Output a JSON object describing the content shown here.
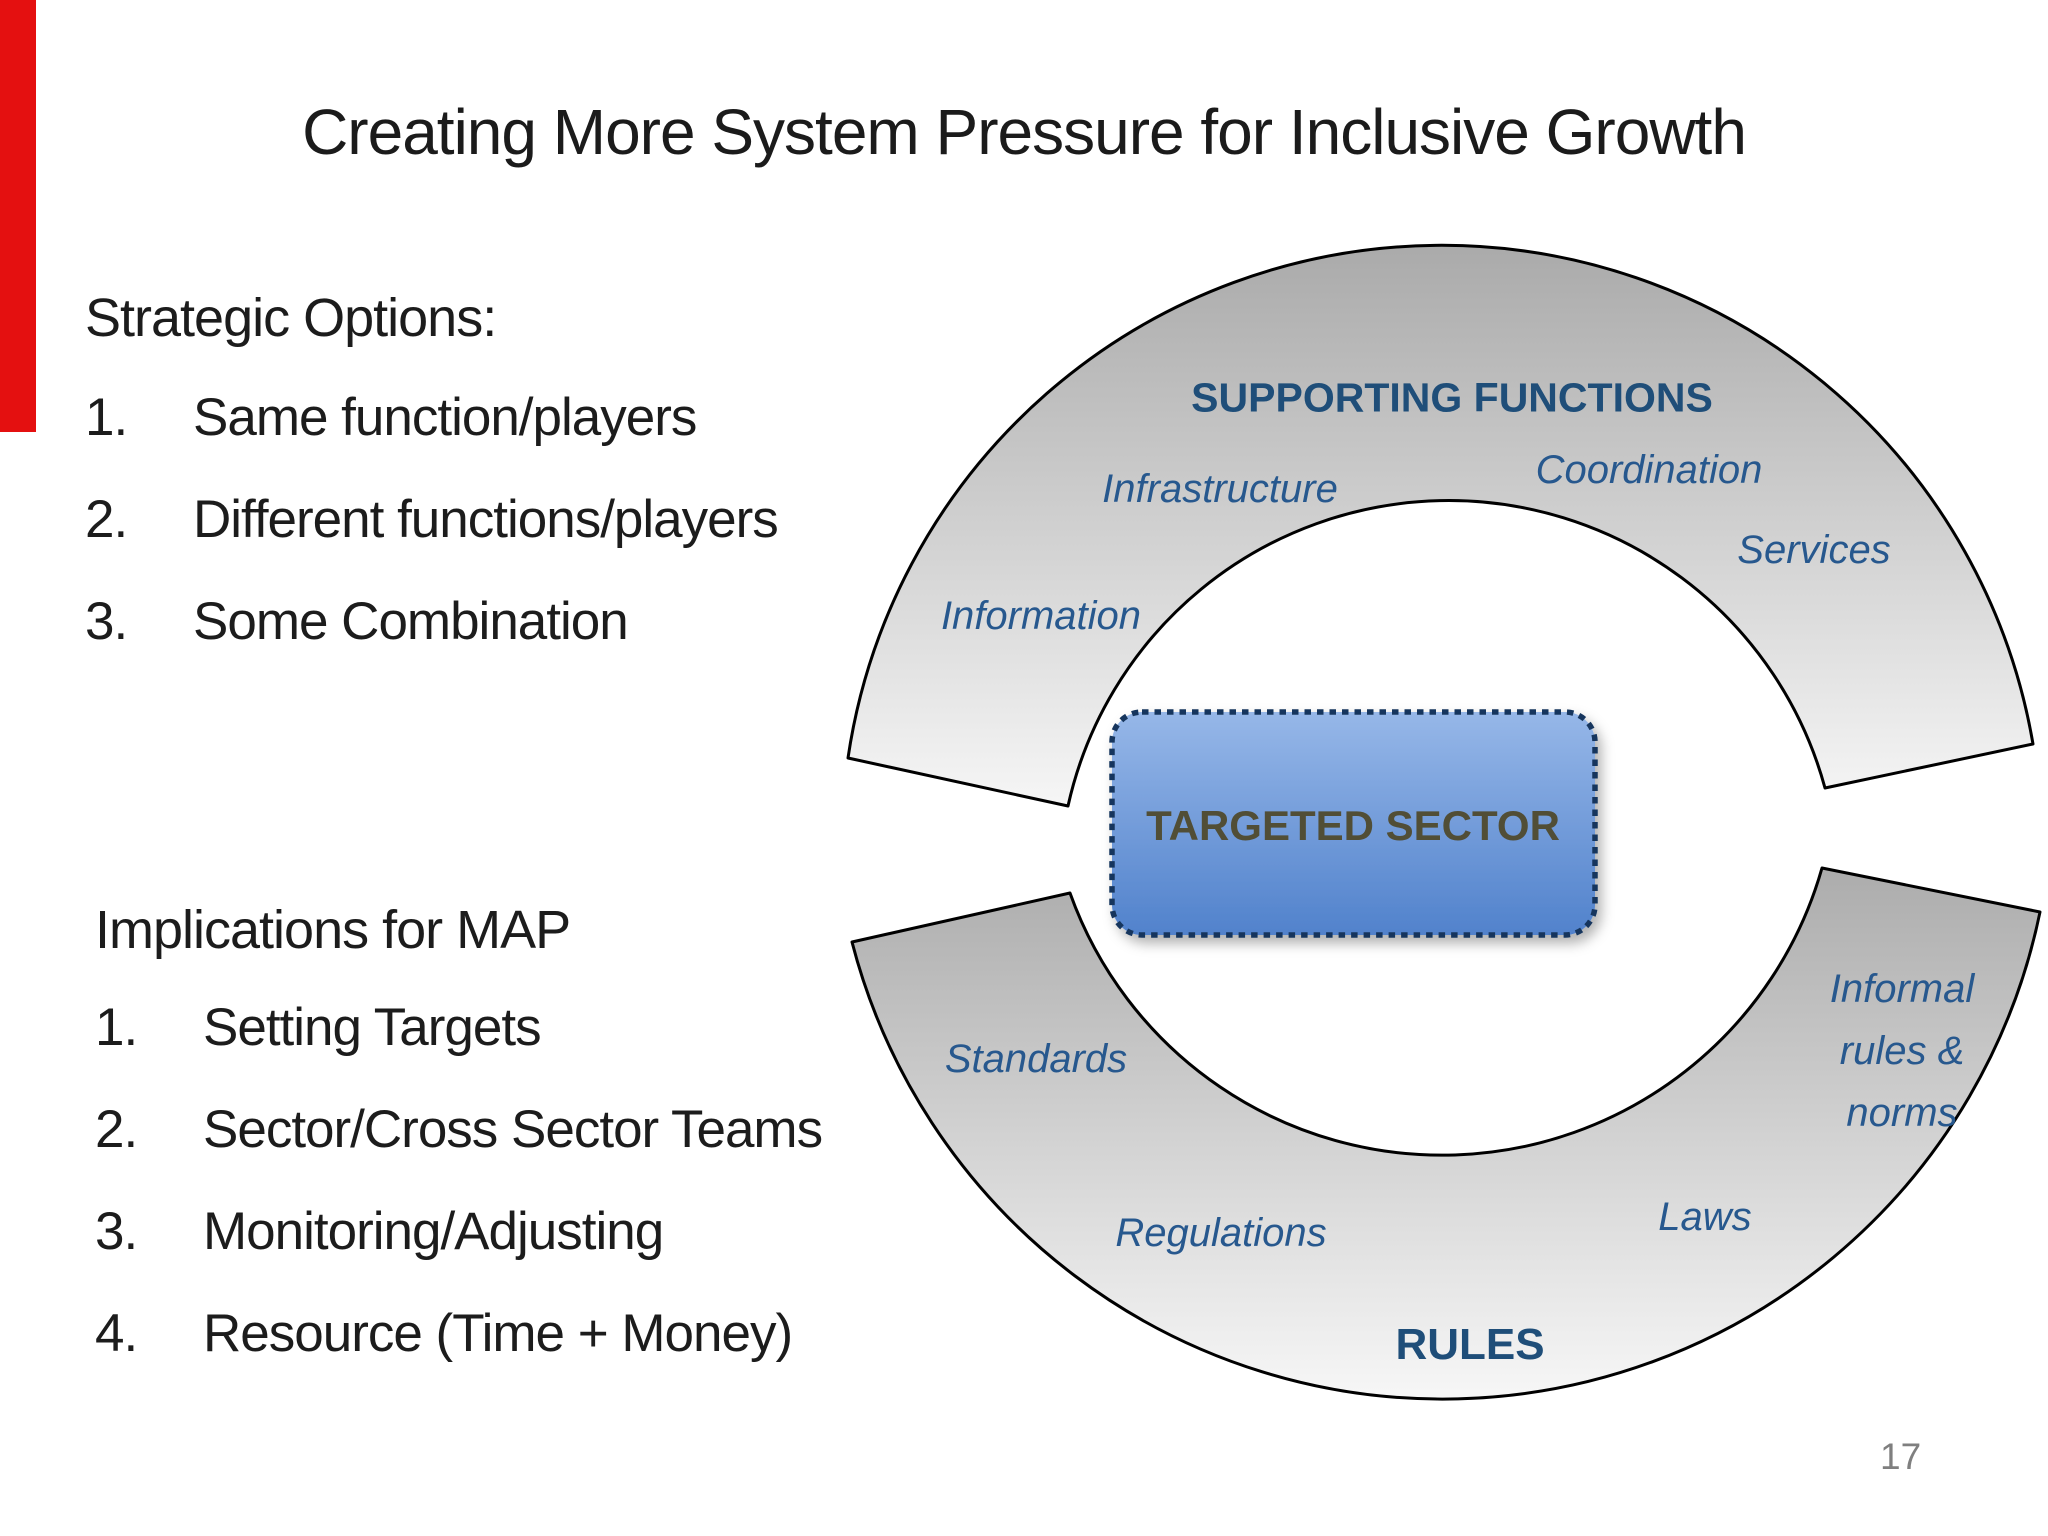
{
  "slide": {
    "title": "Creating More System Pressure for Inclusive Growth",
    "page_number": "17"
  },
  "left_panel": {
    "strategic_options": {
      "heading": "Strategic Options:",
      "items": [
        {
          "num": "1.",
          "text": "Same function/players"
        },
        {
          "num": "2.",
          "text": "Different functions/players"
        },
        {
          "num": "3.",
          "text": "Some Combination"
        }
      ]
    },
    "implications": {
      "heading": "Implications for MAP",
      "items": [
        {
          "num": "1.",
          "text": "Setting Targets"
        },
        {
          "num": "2.",
          "text": "Sector/Cross Sector Teams"
        },
        {
          "num": "3.",
          "text": "Monitoring/Adjusting"
        },
        {
          "num": "4.",
          "text": "Resource (Time + Money)"
        }
      ]
    }
  },
  "diagram": {
    "top_arc": {
      "heading": "SUPPORTING FUNCTIONS",
      "labels": {
        "infrastructure": "Infrastructure",
        "coordination": "Coordination",
        "services": "Services",
        "information": "Information"
      }
    },
    "bottom_arc": {
      "heading": "RULES",
      "labels": {
        "standards": "Standards",
        "regulations": "Regulations",
        "laws": "Laws"
      },
      "informal_lines": [
        "Informal",
        "rules &",
        "norms"
      ]
    },
    "center_box": {
      "label": "TARGETED SECTOR"
    },
    "colors": {
      "label_blue": "#27588e",
      "heading_blue": "#1f4e79",
      "box_border_navy": "#17365d",
      "box_text_olive": "#514e36",
      "box_gradient_top": "#96b7e8",
      "box_gradient_bottom": "#5182cc",
      "arc_gradient_dark": "#a9a9a9",
      "arc_gradient_light": "#f7f7f7",
      "red_bar": "#e41010",
      "page_number_gray": "#7f7f7f"
    }
  }
}
